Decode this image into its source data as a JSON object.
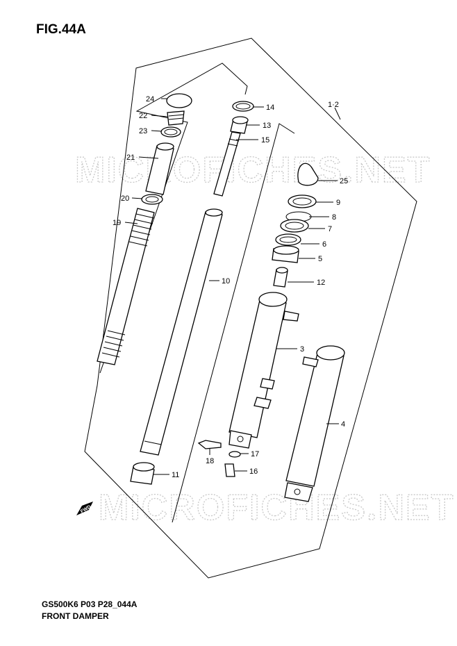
{
  "figure": {
    "title": "FIG.44A",
    "footer_code": "GS500K6 P03 P28_044A",
    "footer_name": "FRONT DAMPER",
    "watermark": "MICROFICHES.NET",
    "fwd_label": "FWD"
  },
  "callouts": {
    "assembly": "1·2",
    "p3": "3",
    "p4": "4",
    "p5": "5",
    "p6": "6",
    "p7": "7",
    "p8": "8",
    "p9": "9",
    "p10": "10",
    "p11": "11",
    "p12": "12",
    "p13": "13",
    "p14": "14",
    "p15": "15",
    "p16": "16",
    "p17": "17",
    "p18": "18",
    "p19": "19",
    "p20": "20",
    "p21": "21",
    "p22": "22",
    "p23": "23",
    "p24": "24",
    "p25": "25"
  }
}
